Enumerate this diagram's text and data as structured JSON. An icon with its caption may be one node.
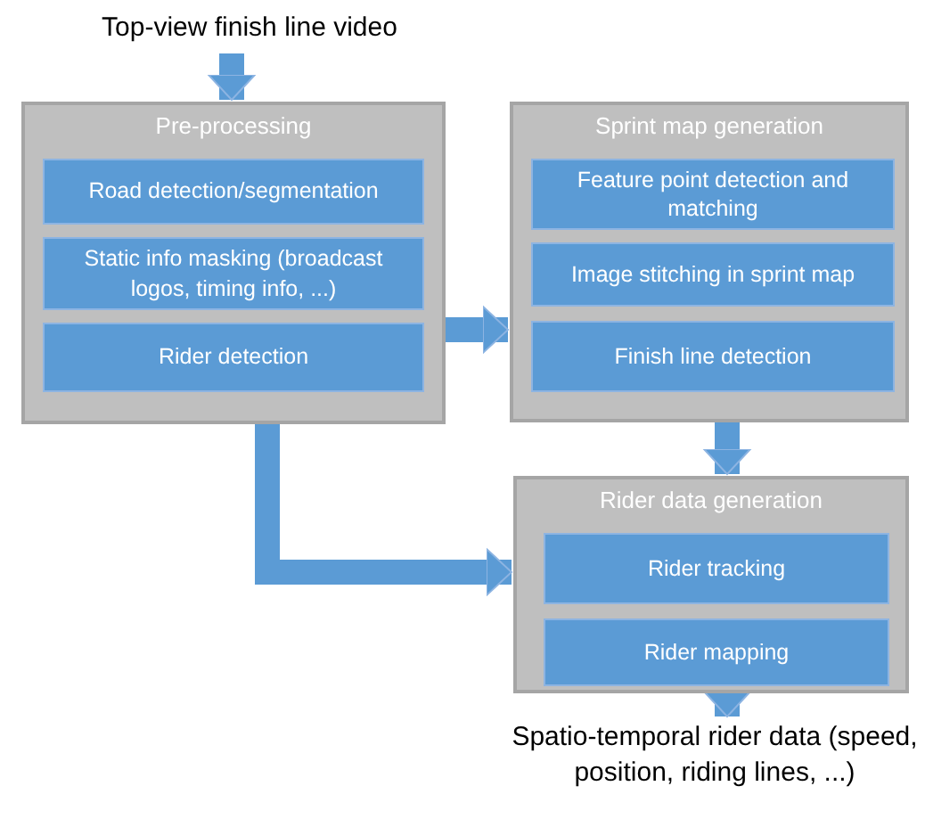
{
  "diagram": {
    "nodes": [
      {
        "text": [
          "Top-view finish line video"
        ]
      },
      {
        "text": [
          "Pre-processing"
        ]
      },
      {
        "text": [
          "Road detection/segmentation"
        ],
        "in": 1
      },
      {
        "text": [
          "Static info masking (broadcast logos, timing info, ...)"
        ],
        "in": 1
      },
      {
        "text": [
          "Rider detection"
        ],
        "in": 1
      },
      {
        "text": [
          "Sprint map generation"
        ]
      },
      {
        "text": [
          "Feature point detection and matching"
        ],
        "in": 5
      },
      {
        "text": [
          "Image stitching in sprint map"
        ],
        "in": 5
      },
      {
        "text": [
          "Finish line detection"
        ],
        "in": 5
      },
      {
        "text": [
          "Rider data generation"
        ]
      },
      {
        "text": [
          "Rider tracking"
        ],
        "in": 9
      },
      {
        "text": [
          "Rider mapping"
        ],
        "in": 9
      },
      {
        "text": [
          "Spatio-temporal rider data (speed, position, riding lines, ...)"
        ]
      }
    ],
    "edges": [
      {
        "from": 0,
        "to": 1,
        "arrow": "to"
      },
      {
        "from": 1,
        "to": 5,
        "arrow": "to"
      },
      {
        "from": 5,
        "to": 9,
        "arrow": "to"
      },
      {
        "from": 1,
        "to": 9,
        "arrow": "to"
      },
      {
        "from": 9,
        "to": 12,
        "arrow": "to"
      }
    ]
  }
}
